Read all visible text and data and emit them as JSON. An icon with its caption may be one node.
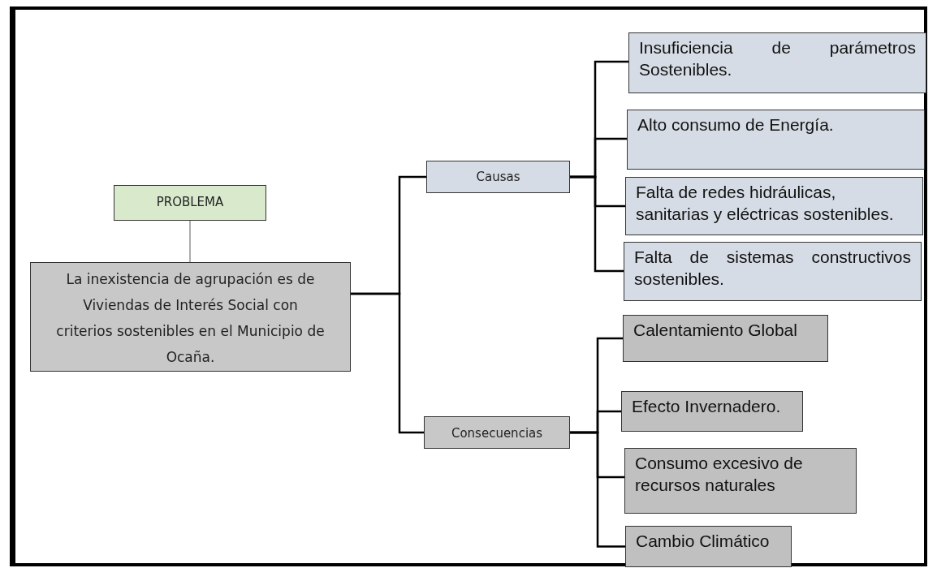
{
  "diagram": {
    "nodes": [
      {
        "text": [
          "PROBLEMA"
        ]
      },
      {
        "text": [
          "La inexistencia de agrupación es de Viviendas de Interés Social con criterios sostenibles en el Municipio de Ocaña."
        ]
      },
      {
        "text": [
          "Causas"
        ]
      },
      {
        "text": [
          "Consecuencias"
        ]
      },
      {
        "text": [
          "Insuficiencia de parámetros Sostenibles."
        ]
      },
      {
        "text": [
          "Alto consumo de Energía."
        ]
      },
      {
        "text": [
          "Falta de redes hidráulicas, sanitarias y eléctricas sostenibles."
        ]
      },
      {
        "text": [
          "Falta de sistemas constructivos sostenibles."
        ]
      },
      {
        "text": [
          "Calentamiento Global"
        ]
      },
      {
        "text": [
          "Efecto Invernadero."
        ]
      },
      {
        "text": [
          "Consumo excesivo de recursos naturales"
        ]
      },
      {
        "text": [
          "Cambio Climático"
        ]
      }
    ],
    "edges": [
      {
        "from": 0,
        "to": 1,
        "arrow": "none",
        "color": "#808080"
      },
      {
        "from": 1,
        "to": 2,
        "arrow": "none"
      },
      {
        "from": 1,
        "to": 3,
        "arrow": "none"
      },
      {
        "from": 2,
        "to": 4,
        "arrow": "none"
      },
      {
        "from": 2,
        "to": 5,
        "arrow": "none"
      },
      {
        "from": 2,
        "to": 6,
        "arrow": "none"
      },
      {
        "from": 2,
        "to": 7,
        "arrow": "none"
      },
      {
        "from": 3,
        "to": 8,
        "arrow": "none"
      },
      {
        "from": 3,
        "to": 9,
        "arrow": "none"
      },
      {
        "from": 3,
        "to": 10,
        "arrow": "none"
      },
      {
        "from": 3,
        "to": 11,
        "arrow": "none"
      }
    ]
  }
}
